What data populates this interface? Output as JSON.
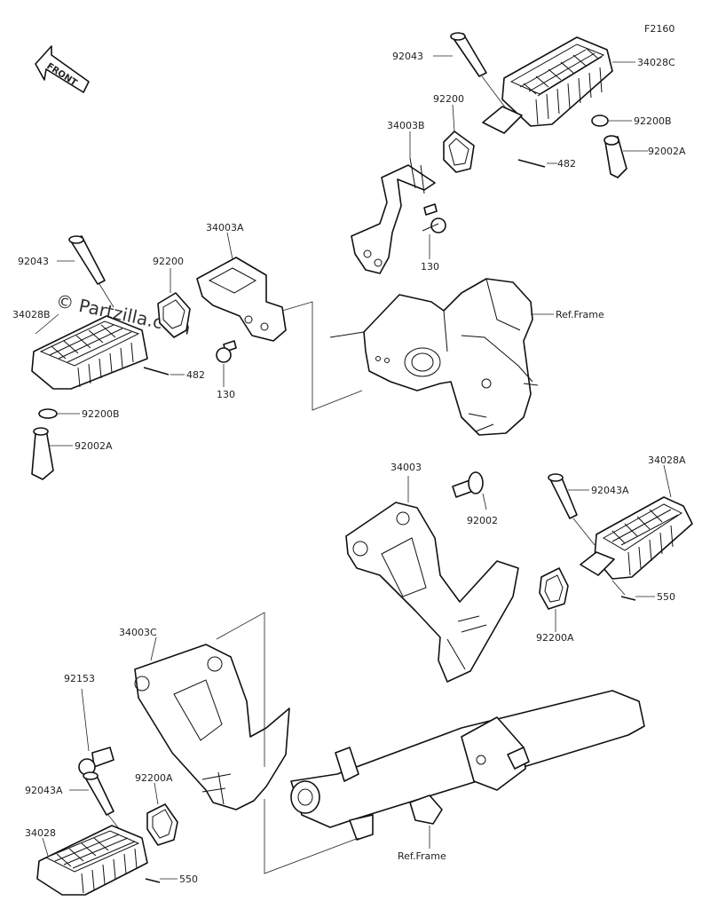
{
  "figure_code": "F2160",
  "watermark": "© Partzilla.com",
  "front_badge": "FRONT",
  "labels": {
    "p92043_top": "92043",
    "p34028C": "34028C",
    "p92200_top": "92200",
    "p34003B": "34003B",
    "p92200B_top": "92200B",
    "p92002A_top": "92002A",
    "p482_top": "482",
    "p130_top": "130",
    "ref_frame_top": "Ref.Frame",
    "p92043_left": "92043",
    "p92200_left": "92200",
    "p34003A": "34003A",
    "p34028B": "34028B",
    "p482_left": "482",
    "p130_left": "130",
    "p92200B_left": "92200B",
    "p92002A_left": "92002A",
    "p34003": "34003",
    "p92002": "92002",
    "p34028A": "34028A",
    "p92043A_right": "92043A",
    "p550_right": "550",
    "p92200A_right": "92200A",
    "p34003C": "34003C",
    "p92153": "92153",
    "p92043A_left": "92043A",
    "p92200A_left": "92200A",
    "p34028": "34028",
    "p550_left": "550",
    "ref_frame_bottom": "Ref.Frame"
  }
}
